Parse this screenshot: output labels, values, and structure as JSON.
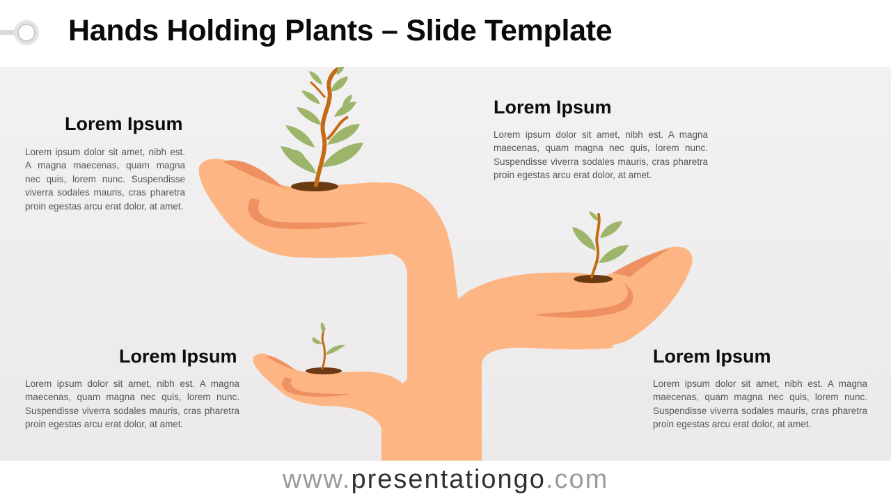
{
  "slide": {
    "title": "Hands Holding Plants – Slide Template"
  },
  "blocks": [
    {
      "heading": "Lorem Ipsum",
      "body": "Lorem ipsum dolor sit amet, nibh est. A magna maecenas, quam magna nec quis, lorem nunc. Suspendisse viverra sodales mauris, cras pharetra proin egestas arcu erat dolor, at amet."
    },
    {
      "heading": "Lorem Ipsum",
      "body": "Lorem ipsum dolor sit amet, nibh est. A magna maecenas, quam magna nec quis, lorem nunc. Suspendisse viverra sodales mauris, cras pharetra proin egestas arcu erat dolor, at amet."
    },
    {
      "heading": "Lorem Ipsum",
      "body": "Lorem ipsum dolor sit amet, nibh est. A magna maecenas, quam magna nec quis, lorem nunc. Suspendisse viverra sodales mauris, cras pharetra proin egestas arcu erat dolor, at amet."
    },
    {
      "heading": "Lorem Ipsum",
      "body": "Lorem ipsum dolor sit amet, nibh est. A magna maecenas, quam magna nec quis, lorem nunc. Suspendisse viverra sodales mauris, cras pharetra proin egestas arcu erat dolor, at amet."
    }
  ],
  "footer": {
    "prefix": "www.",
    "domain": "presentationgo",
    "suffix": ".com"
  },
  "colors": {
    "hand": "#fdb683",
    "hand_shadow": "#ee9060",
    "leaf": "#9db56a",
    "stem": "#c46a14",
    "soil": "#6b3a12"
  },
  "icons": [
    "pin-icon",
    "hands-illustration",
    "plant-icon"
  ]
}
